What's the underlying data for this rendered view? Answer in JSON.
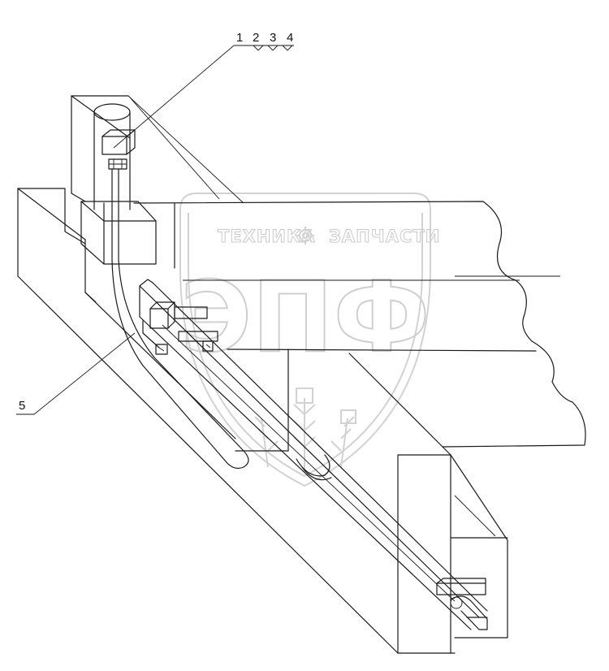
{
  "callouts": {
    "top": [
      "1",
      "2",
      "3",
      "4"
    ],
    "side": "5"
  },
  "watermark": {
    "line1_left": "ТЕХНИКА",
    "line1_right": "ЗАПЧАСТИ",
    "big": "ЭПФ",
    "gear_icon": "gear-icon"
  }
}
